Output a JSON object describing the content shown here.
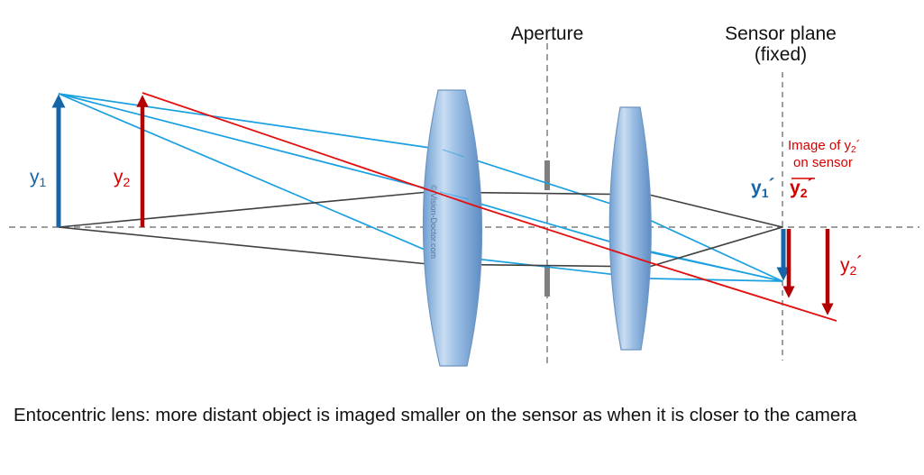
{
  "labels": {
    "aperture": "Aperture",
    "sensor_plane_line1": "Sensor plane",
    "sensor_plane_line2": "(fixed)",
    "object_y1": "y",
    "object_y1_sub": "1",
    "object_y2": "y",
    "object_y2_sub": "2",
    "image_note_line1_main": "Image of y",
    "image_note_line1_sub": "2",
    "image_note_line1_prime": "´",
    "image_note_line2": "on sensor",
    "image_y1": "y",
    "image_y1_sub": "1",
    "image_y1_prime": "´",
    "image_y2_sensor": "y",
    "image_y2_sensor_sub": "2",
    "image_y2_sensor_prime": "´",
    "image_y2_far": "y",
    "image_y2_far_sub": "2",
    "image_y2_far_prime": "´",
    "watermark": "© Vision-Doctor.com"
  },
  "caption": "Entocentric lens: more distant object is imaged smaller on the sensor as when it is closer to the camera",
  "colors": {
    "blue_ray": "#1aa0e0",
    "red": "#d40000",
    "dark_blue": "#1565a8",
    "dark_red": "#b30000",
    "gray_ray": "#404040",
    "axis": "#7f7f7f",
    "lens_fill": "#8fb5df"
  }
}
